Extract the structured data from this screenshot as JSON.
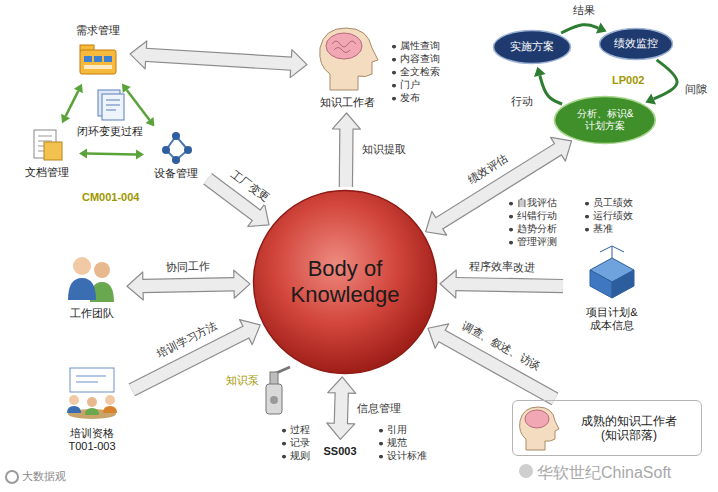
{
  "diagram": {
    "nodes": [
      {
        "text": [
          "需求管理"
        ]
      },
      {
        "text": [
          "闭环变更过程"
        ]
      },
      {
        "text": [
          "文档管理"
        ]
      },
      {
        "text": [
          "设备管理"
        ]
      },
      {
        "text": [
          "知识工作者"
        ]
      },
      {
        "text": [
          "实施方案"
        ]
      },
      {
        "text": [
          "绩效监控"
        ]
      },
      {
        "text": [
          "分析、标识& 计划方案"
        ]
      },
      {
        "text": [
          "Body of Knowledge"
        ]
      },
      {
        "text": [
          "工作团队"
        ]
      },
      {
        "text": [
          "项目计划& 成本信息"
        ]
      },
      {
        "text": [
          "SS003"
        ]
      },
      {
        "text": [
          "培训资格",
          "T001-003"
        ]
      },
      {
        "text": [
          "成熟的知识工作者 (知识部落)"
        ]
      }
    ],
    "edges": [
      {
        "from": 0,
        "to": 2,
        "arrow": "both"
      },
      {
        "from": 0,
        "to": 3,
        "arrow": "both"
      },
      {
        "from": 2,
        "to": 3,
        "arrow": "both"
      },
      {
        "from": 0,
        "to": 4,
        "arrow": "both"
      },
      {
        "from": 3,
        "to": 8,
        "arrow": "to",
        "label": "工厂变更"
      },
      {
        "from": 8,
        "to": 4,
        "arrow": "to",
        "label": "知识提取"
      },
      {
        "from": 5,
        "to": 6,
        "arrow": "to",
        "label": "结果"
      },
      {
        "from": 6,
        "to": 7,
        "arrow": "to",
        "label": "间隙"
      },
      {
        "from": 7,
        "to": 5,
        "arrow": "to",
        "label": "行动"
      },
      {
        "from": 8,
        "to": 7,
        "arrow": "both",
        "label": "绩效评估"
      },
      {
        "from": 8,
        "to": 9,
        "arrow": "both",
        "label": "协同工作"
      },
      {
        "from": 10,
        "to": 8,
        "arrow": "to",
        "label": "程序效率改进"
      },
      {
        "from": 13,
        "to": 8,
        "arrow": "to",
        "label": "调查、叙述、访谈"
      },
      {
        "from": 8,
        "to": 11,
        "arrow": "both",
        "label": "信息管理"
      },
      {
        "from": 12,
        "to": 8,
        "arrow": "to",
        "label": "培训学习方法"
      }
    ],
    "labels": [
      "CM001-004",
      "属性查询",
      "内容查询",
      "全文检索",
      "门户",
      "发布",
      "LP002",
      "自我评估",
      "纠错行动",
      "趋势分析",
      "管理评测",
      "员工绩效",
      "运行绩效",
      "基准",
      "知识泵",
      "过程",
      "记录",
      "规则",
      "引用",
      "规范",
      "设计标准",
      "大数据观",
      "华软世纪ChinaSoft"
    ]
  }
}
